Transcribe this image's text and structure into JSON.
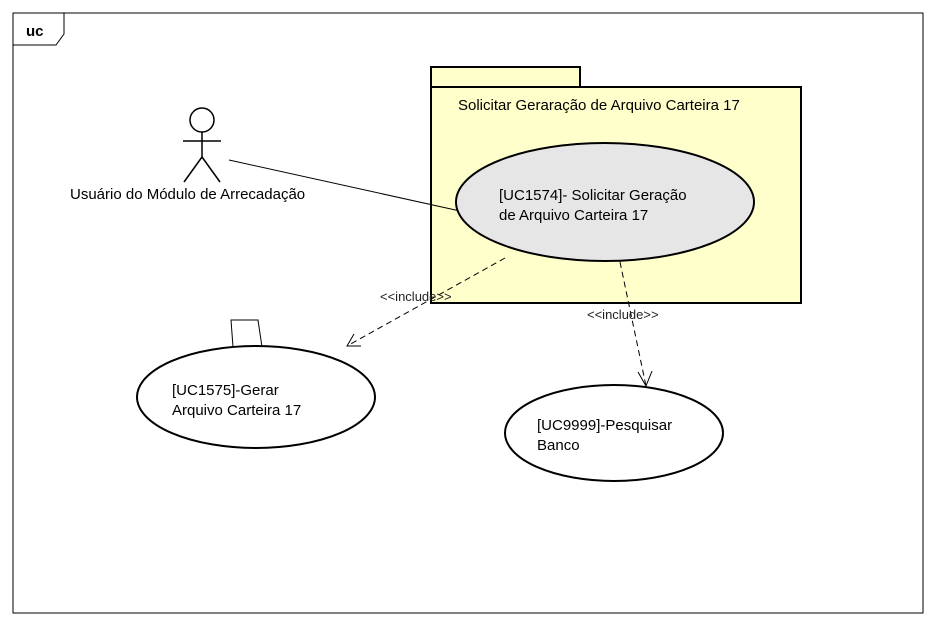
{
  "frame": {
    "tag": "uc"
  },
  "package": {
    "name": "Solicitar Geraração de Arquivo Carteira 17"
  },
  "actor": {
    "name": "Usuário do Módulo de Arrecadação"
  },
  "use_cases": {
    "uc1574": {
      "line1": "[UC1574]- Solicitar Geração",
      "line2": "de Arquivo Carteira 17"
    },
    "uc1575": {
      "line1": "[UC1575]-Gerar",
      "line2": "Arquivo Carteira 17"
    },
    "uc9999": {
      "line1": "[UC9999]-Pesquisar",
      "line2": "Banco"
    }
  },
  "relations": {
    "include_1575": "<<include>>",
    "include_9999": "<<include>>"
  },
  "colors": {
    "package_fill": "#ffffcc",
    "main_usecase_fill": "#e6e6e6",
    "usecase_fill": "#ffffff",
    "line": "#000000"
  }
}
